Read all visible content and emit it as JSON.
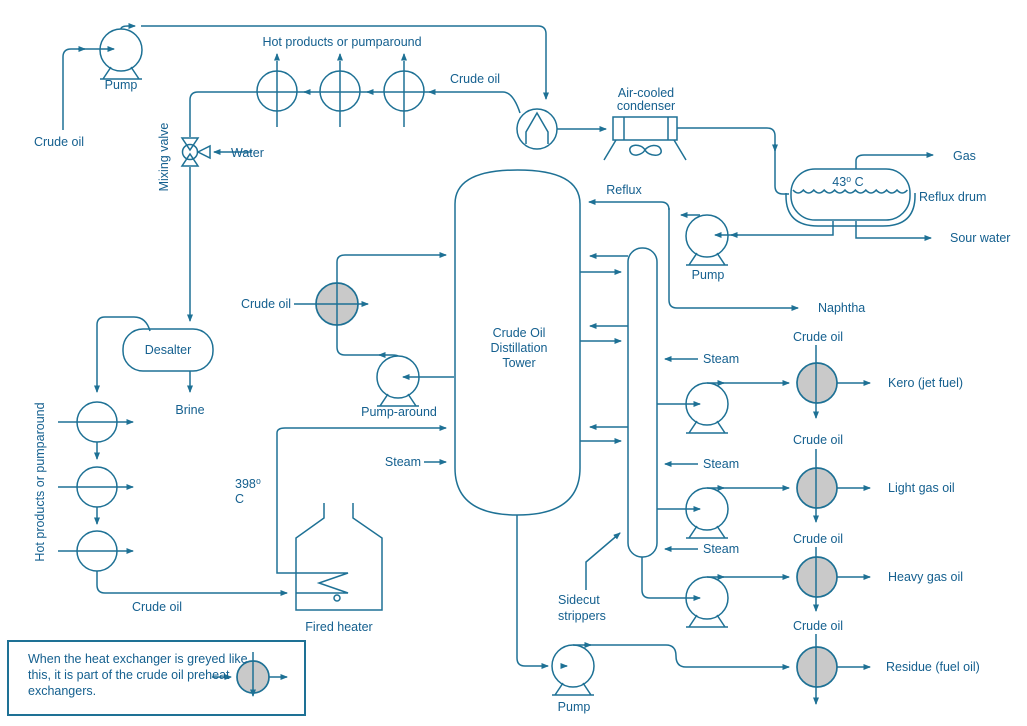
{
  "colors": {
    "line": "#1e7195",
    "text": "#15608f",
    "grey_fill": "#c9c9c9",
    "background": "#ffffff"
  },
  "diagram": {
    "feed_section": {
      "pump_label": "Pump",
      "crude_oil_in": "Crude oil",
      "hot_products_top": "Hot products or pumparound",
      "mixing_valve": "Mixing valve",
      "water": "Water",
      "crude_oil_return": "Crude oil"
    },
    "desalter_section": {
      "desalter": "Desalter",
      "brine": "Brine",
      "hot_products_left": "Hot products or pumparound",
      "crude_oil_to_heater": "Crude oil"
    },
    "heater_section": {
      "temp_value": "398⁰",
      "temp_unit": "C",
      "fired_heater": "Fired heater",
      "steam": "Steam"
    },
    "tower": {
      "line1": "Crude Oil",
      "line2": "Distillation",
      "line3": "Tower"
    },
    "pumparound_section": {
      "crude_oil": "Crude oil",
      "pump_around": "Pump-around"
    },
    "overhead_section": {
      "condenser_line1": "Air-cooled",
      "condenser_line2": "condenser",
      "reflux": "Reflux",
      "gas": "Gas",
      "drum_temp": "43⁰ C",
      "reflux_drum": "Reflux drum",
      "sour_water": "Sour water",
      "pump_label": "Pump",
      "naphtha": "Naphtha"
    },
    "stripper_section": {
      "sidecut_line1": "Sidecut",
      "sidecut_line2": "strippers",
      "steam1": "Steam",
      "steam2": "Steam",
      "steam3": "Steam"
    },
    "products": {
      "crude_oil1": "Crude oil",
      "kero": "Kero (jet fuel)",
      "crude_oil2": "Crude oil",
      "light_gas_oil": "Light gas oil",
      "crude_oil3": "Crude oil",
      "heavy_gas_oil": "Heavy gas oil",
      "crude_oil4": "Crude oil",
      "residue": "Residue (fuel oil)"
    },
    "bottoms": {
      "pump_label": "Pump"
    },
    "note": {
      "line1": "When the heat exchanger is greyed like",
      "line2": "this, it is part of the crude oil preheat",
      "line3": "exchangers."
    }
  }
}
